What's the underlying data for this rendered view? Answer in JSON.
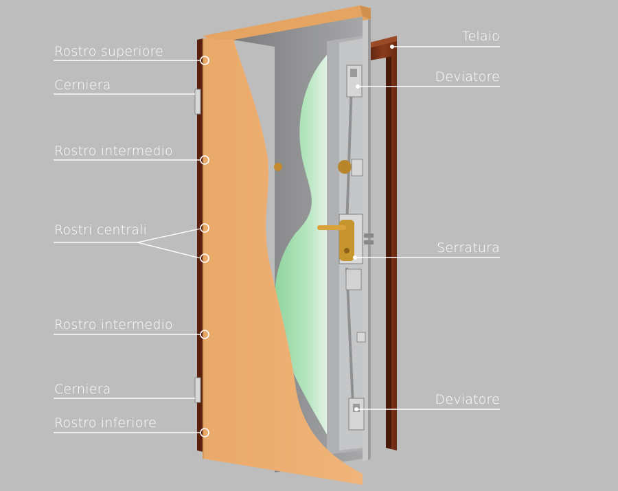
{
  "labels": {
    "rostro_superiore": "Rostro superiore",
    "cerniera_top": "Cerniera",
    "rostro_intermedio_top": "Rostro intermedio",
    "rostri_centrali": "Rostri centrali",
    "rostro_intermedio_bottom": "Rostro intermedio",
    "cerniera_bottom": "Cerniera",
    "rostro_inferiore": "Rostro inferiore",
    "telaio": "Telaio",
    "deviatore_top": "Deviatore",
    "serratura": "Serratura",
    "deviatore_bottom": "Deviatore"
  },
  "colors": {
    "background": "#bdbdbd",
    "wood_panel": "#e8a866",
    "steel": "#8a8b8d",
    "insulation": "#9ed8a8",
    "frame": "#7a3418",
    "brass": "#b8862a",
    "callout": "#ffffff"
  }
}
